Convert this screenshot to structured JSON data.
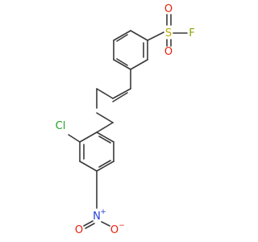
{
  "molecule": {
    "atoms": {
      "sulfur": "S",
      "sulfonyl_oxygen_top": "O",
      "sulfonyl_oxygen_bottom": "O",
      "fluorine": "F",
      "chlorine": "Cl",
      "nitro_nitrogen": "N",
      "nitro_nitrogen_charge": "+",
      "nitro_oxygen_left": "O",
      "nitro_oxygen_right": "O",
      "nitro_oxygen_charge": "−"
    },
    "colors": {
      "bond": "#3a3a3a",
      "sulfur": "#b8a800",
      "oxygen": "#e8200c",
      "fluorine": "#8aa600",
      "chlorine": "#21a121",
      "nitrogen": "#2340d8"
    }
  }
}
